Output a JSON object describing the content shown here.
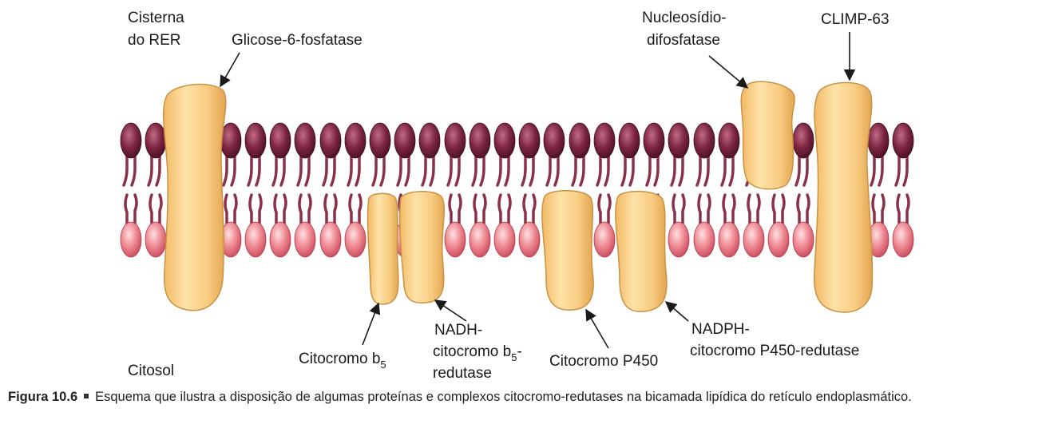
{
  "labels": {
    "cisterna_line1": "Cisterna",
    "cisterna_line2": "do RER",
    "glicose": "Glicose-6-fosfatase",
    "nucleosidio_line1": "Nucleosídio-",
    "nucleosidio_line2": "difosfatase",
    "climp": "CLIMP-63",
    "citosol": "Citosol",
    "citocromo_b5_main": "Citocromo b",
    "citocromo_b5_sub": "5",
    "nadh_line1": "NADH-",
    "nadh_line2_main": "citocromo b",
    "nadh_line2_sub": "5",
    "nadh_line2_tail": "-",
    "nadh_line3": "redutase",
    "p450": "Citocromo P450",
    "nadph_line1": "NADPH-",
    "nadph_line2": "citocromo P450-redutase"
  },
  "caption": {
    "figure_number": "Figura 10.6",
    "text": "Esquema que ilustra a disposição de algumas proteínas e complexos citocromo-redutases na bicamada lipídica do retículo endoplasmático."
  },
  "colors": {
    "outer_head": "#7a2440",
    "inner_head": "#e8707c",
    "tail": "#8a3048",
    "protein_fill": "#f7c97a",
    "protein_stroke": "#c99245"
  }
}
